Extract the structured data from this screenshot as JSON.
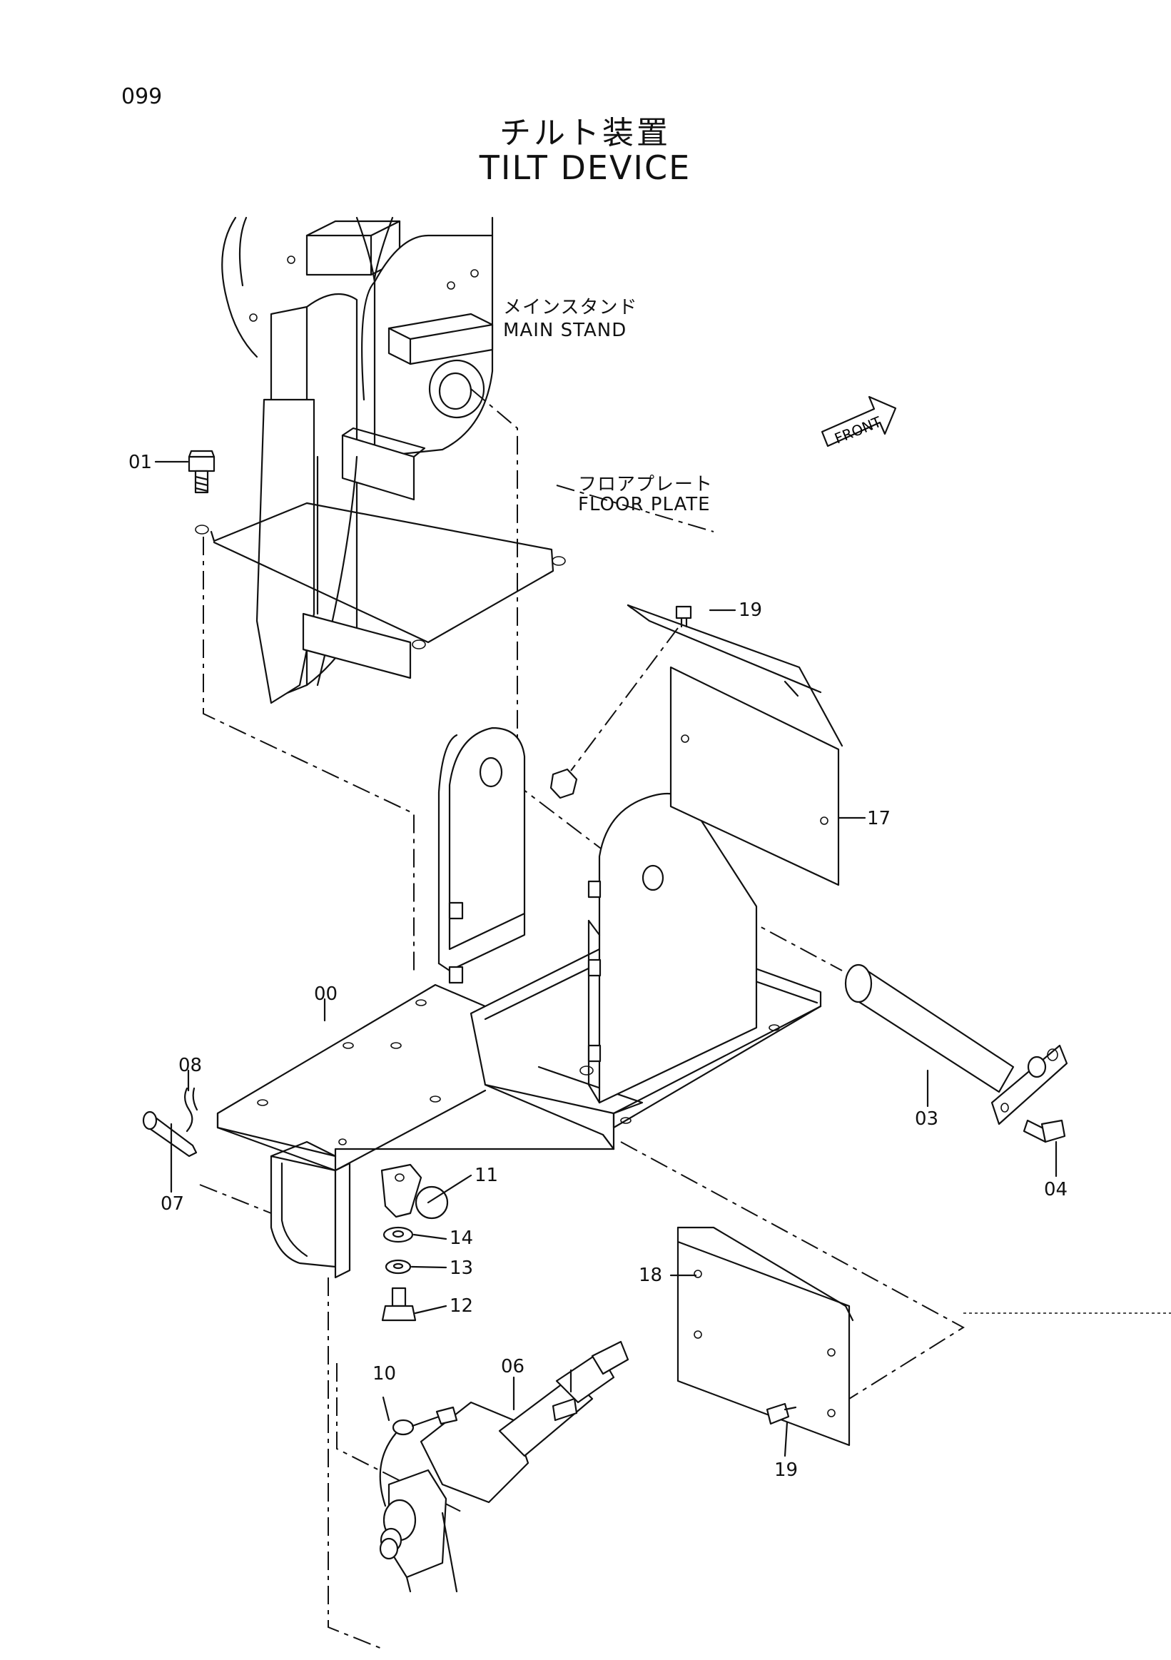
{
  "page_number": "099",
  "title_ja": "チルト装置",
  "title_en": "TILT DEVICE",
  "labels": {
    "main_stand_ja": "メインスタンド",
    "main_stand_en": "MAIN STAND",
    "floor_plate_ja": "フロアプレート",
    "floor_plate_en": "FLOOR PLATE",
    "front": "FRONT"
  },
  "parts": {
    "p00": "00",
    "p01": "01",
    "p03": "03",
    "p04": "04",
    "p06": "06",
    "p07": "07",
    "p08": "08",
    "p10": "10",
    "p11": "11",
    "p12": "12",
    "p13": "13",
    "p14": "14",
    "p17": "17",
    "p18": "18",
    "p19a": "19",
    "p19b": "19"
  }
}
